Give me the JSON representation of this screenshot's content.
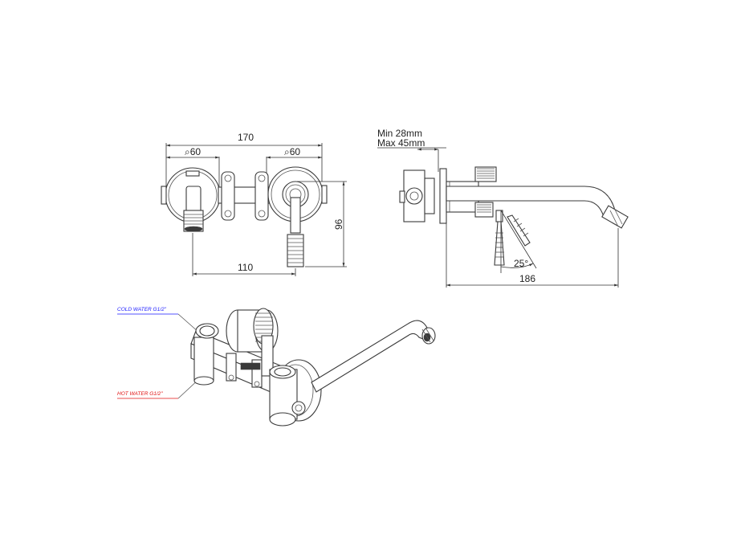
{
  "front_view": {
    "overall_width": "170",
    "left_diameter": "⌕60",
    "right_diameter": "⌕60",
    "center_distance": "110",
    "height": "96"
  },
  "side_view": {
    "wall_min": "Min 28mm",
    "wall_max": "Max 45mm",
    "projection": "186",
    "handle_angle": "25°"
  },
  "iso_view": {
    "cold_label": "COLD WATER G1/2\"",
    "hot_label": "HOT WATER G1/2\"",
    "colors": {
      "cold": "#1a1aff",
      "hot": "#e01010"
    }
  }
}
